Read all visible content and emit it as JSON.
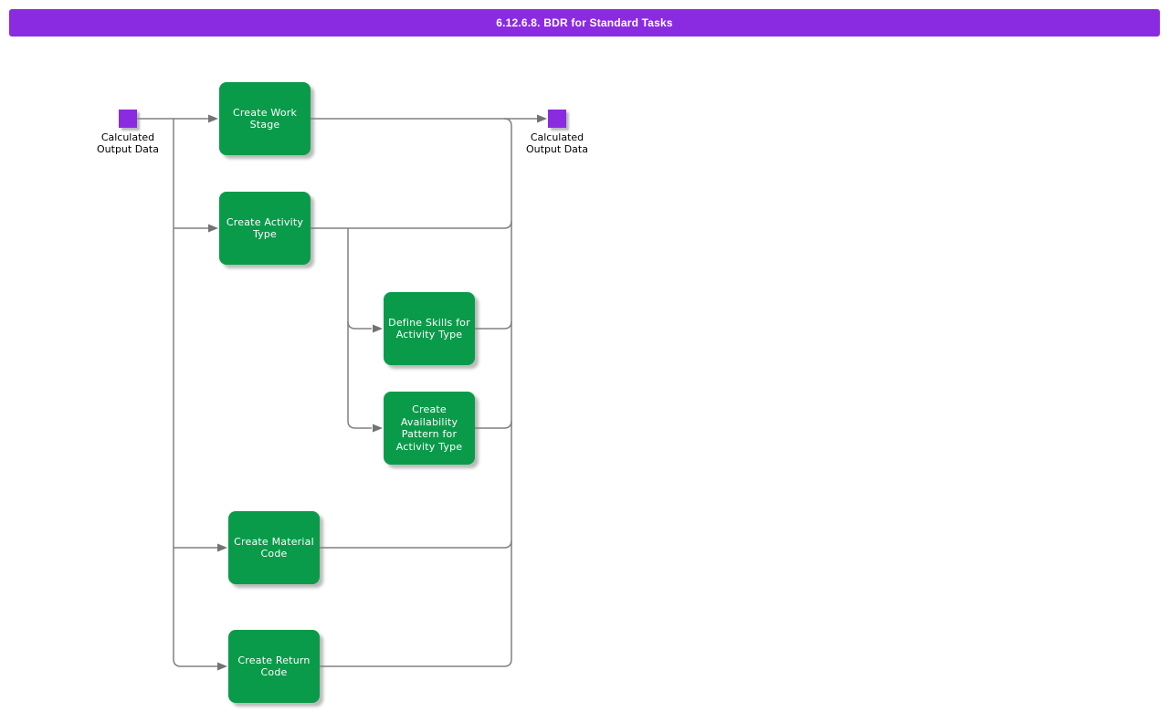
{
  "header": {
    "title": "6.12.6.8. BDR for Standard Tasks"
  },
  "colors": {
    "header_bg": "#8a2be2",
    "task_node_green": "#0a9b4a",
    "data_node_purple": "#8a2be2",
    "connector_line": "#808080",
    "task_text": "#ffffff",
    "label_text": "#000000"
  },
  "nodes": {
    "start": {
      "label": "Calculated Output Data"
    },
    "end": {
      "label": "Calculated Output Data"
    },
    "tasks": [
      {
        "id": "create-work-stage",
        "label": "Create Work Stage"
      },
      {
        "id": "create-activity-type",
        "label": "Create Activity Type"
      },
      {
        "id": "define-skills-for-activity-type",
        "label": "Define Skills for Activity Type"
      },
      {
        "id": "create-availability-pattern-for-activity-type",
        "label": "Create Availability Pattern for Activity Type"
      },
      {
        "id": "create-material-code",
        "label": "Create Material Code"
      },
      {
        "id": "create-return-code",
        "label": "Create Return Code"
      }
    ]
  }
}
